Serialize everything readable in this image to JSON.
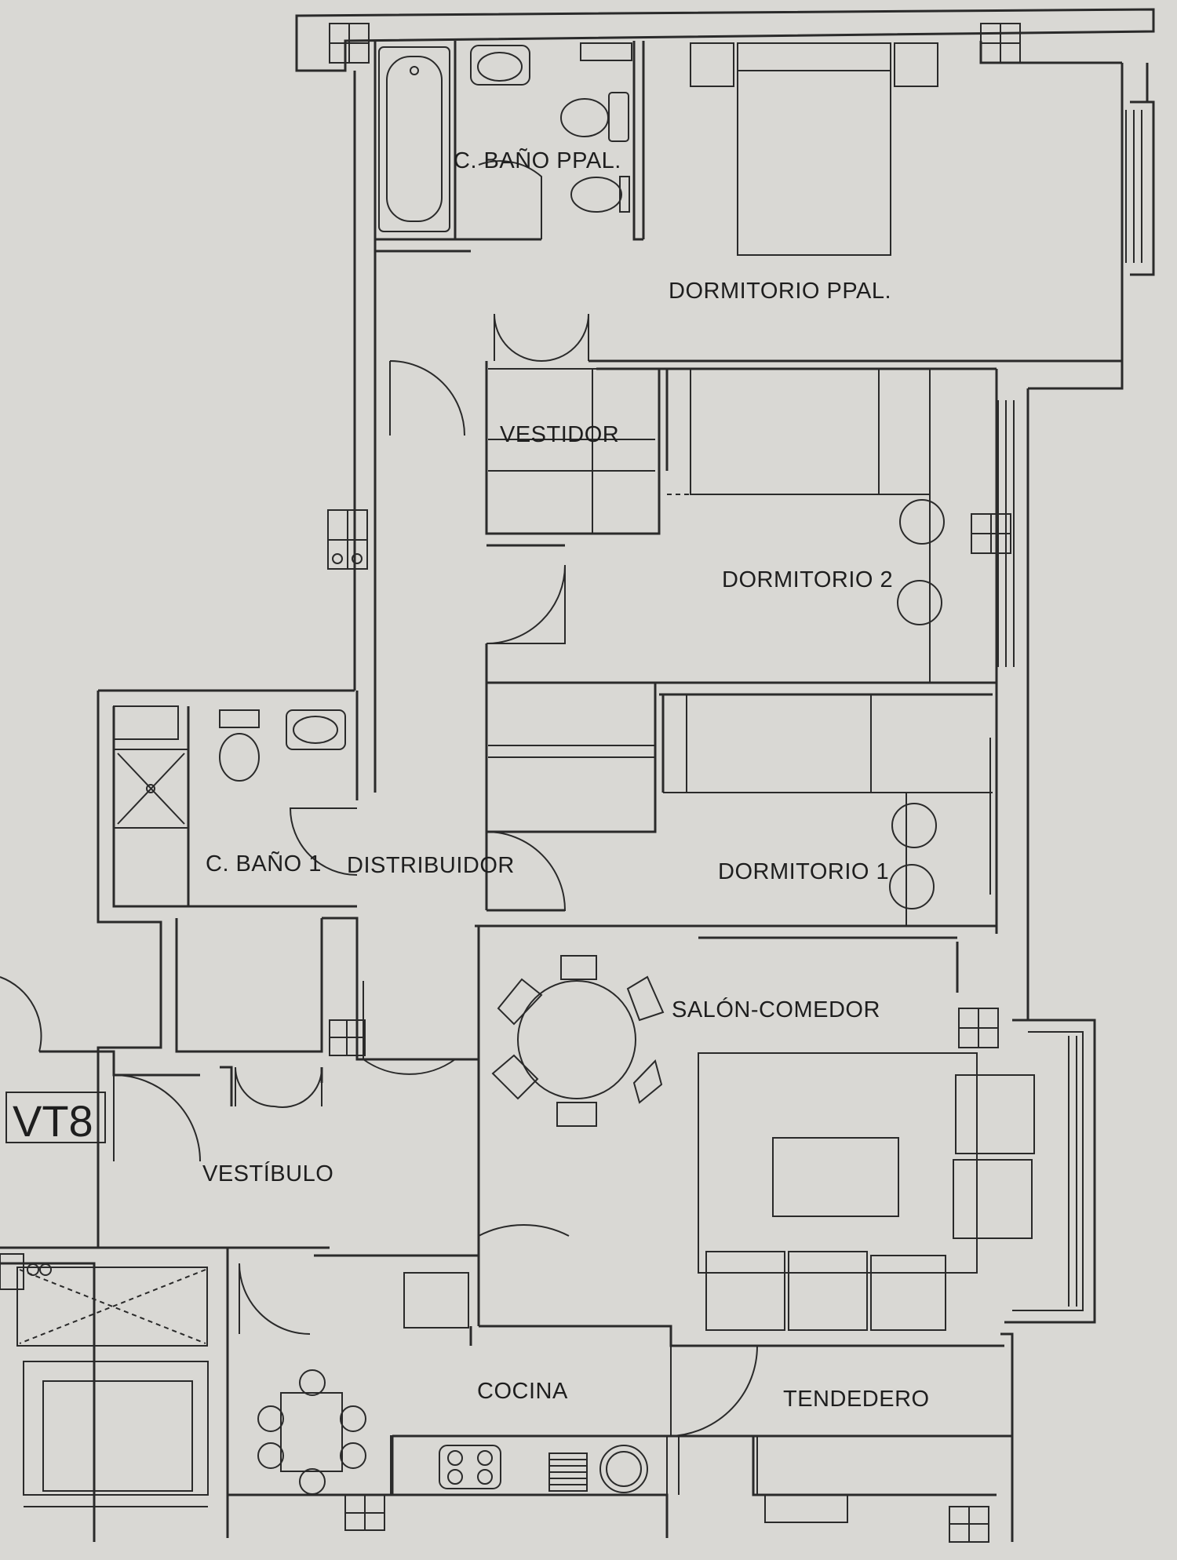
{
  "plan": {
    "rooms": {
      "bano_ppal": "C. BAÑO PPAL.",
      "dormitorio_ppal": "DORMITORIO PPAL.",
      "vestidor": "VESTIDOR",
      "dormitorio_2": "DORMITORIO 2",
      "bano_1": "C. BAÑO 1",
      "distribuidor": "DISTRIBUIDOR",
      "dormitorio_1": "DORMITORIO 1",
      "salon_comedor": "SALÓN-COMEDOR",
      "vestibulo": "VESTÍBULO",
      "cocina": "COCINA",
      "tendedero": "TENDEDERO"
    },
    "unit_tag": "VT8"
  }
}
